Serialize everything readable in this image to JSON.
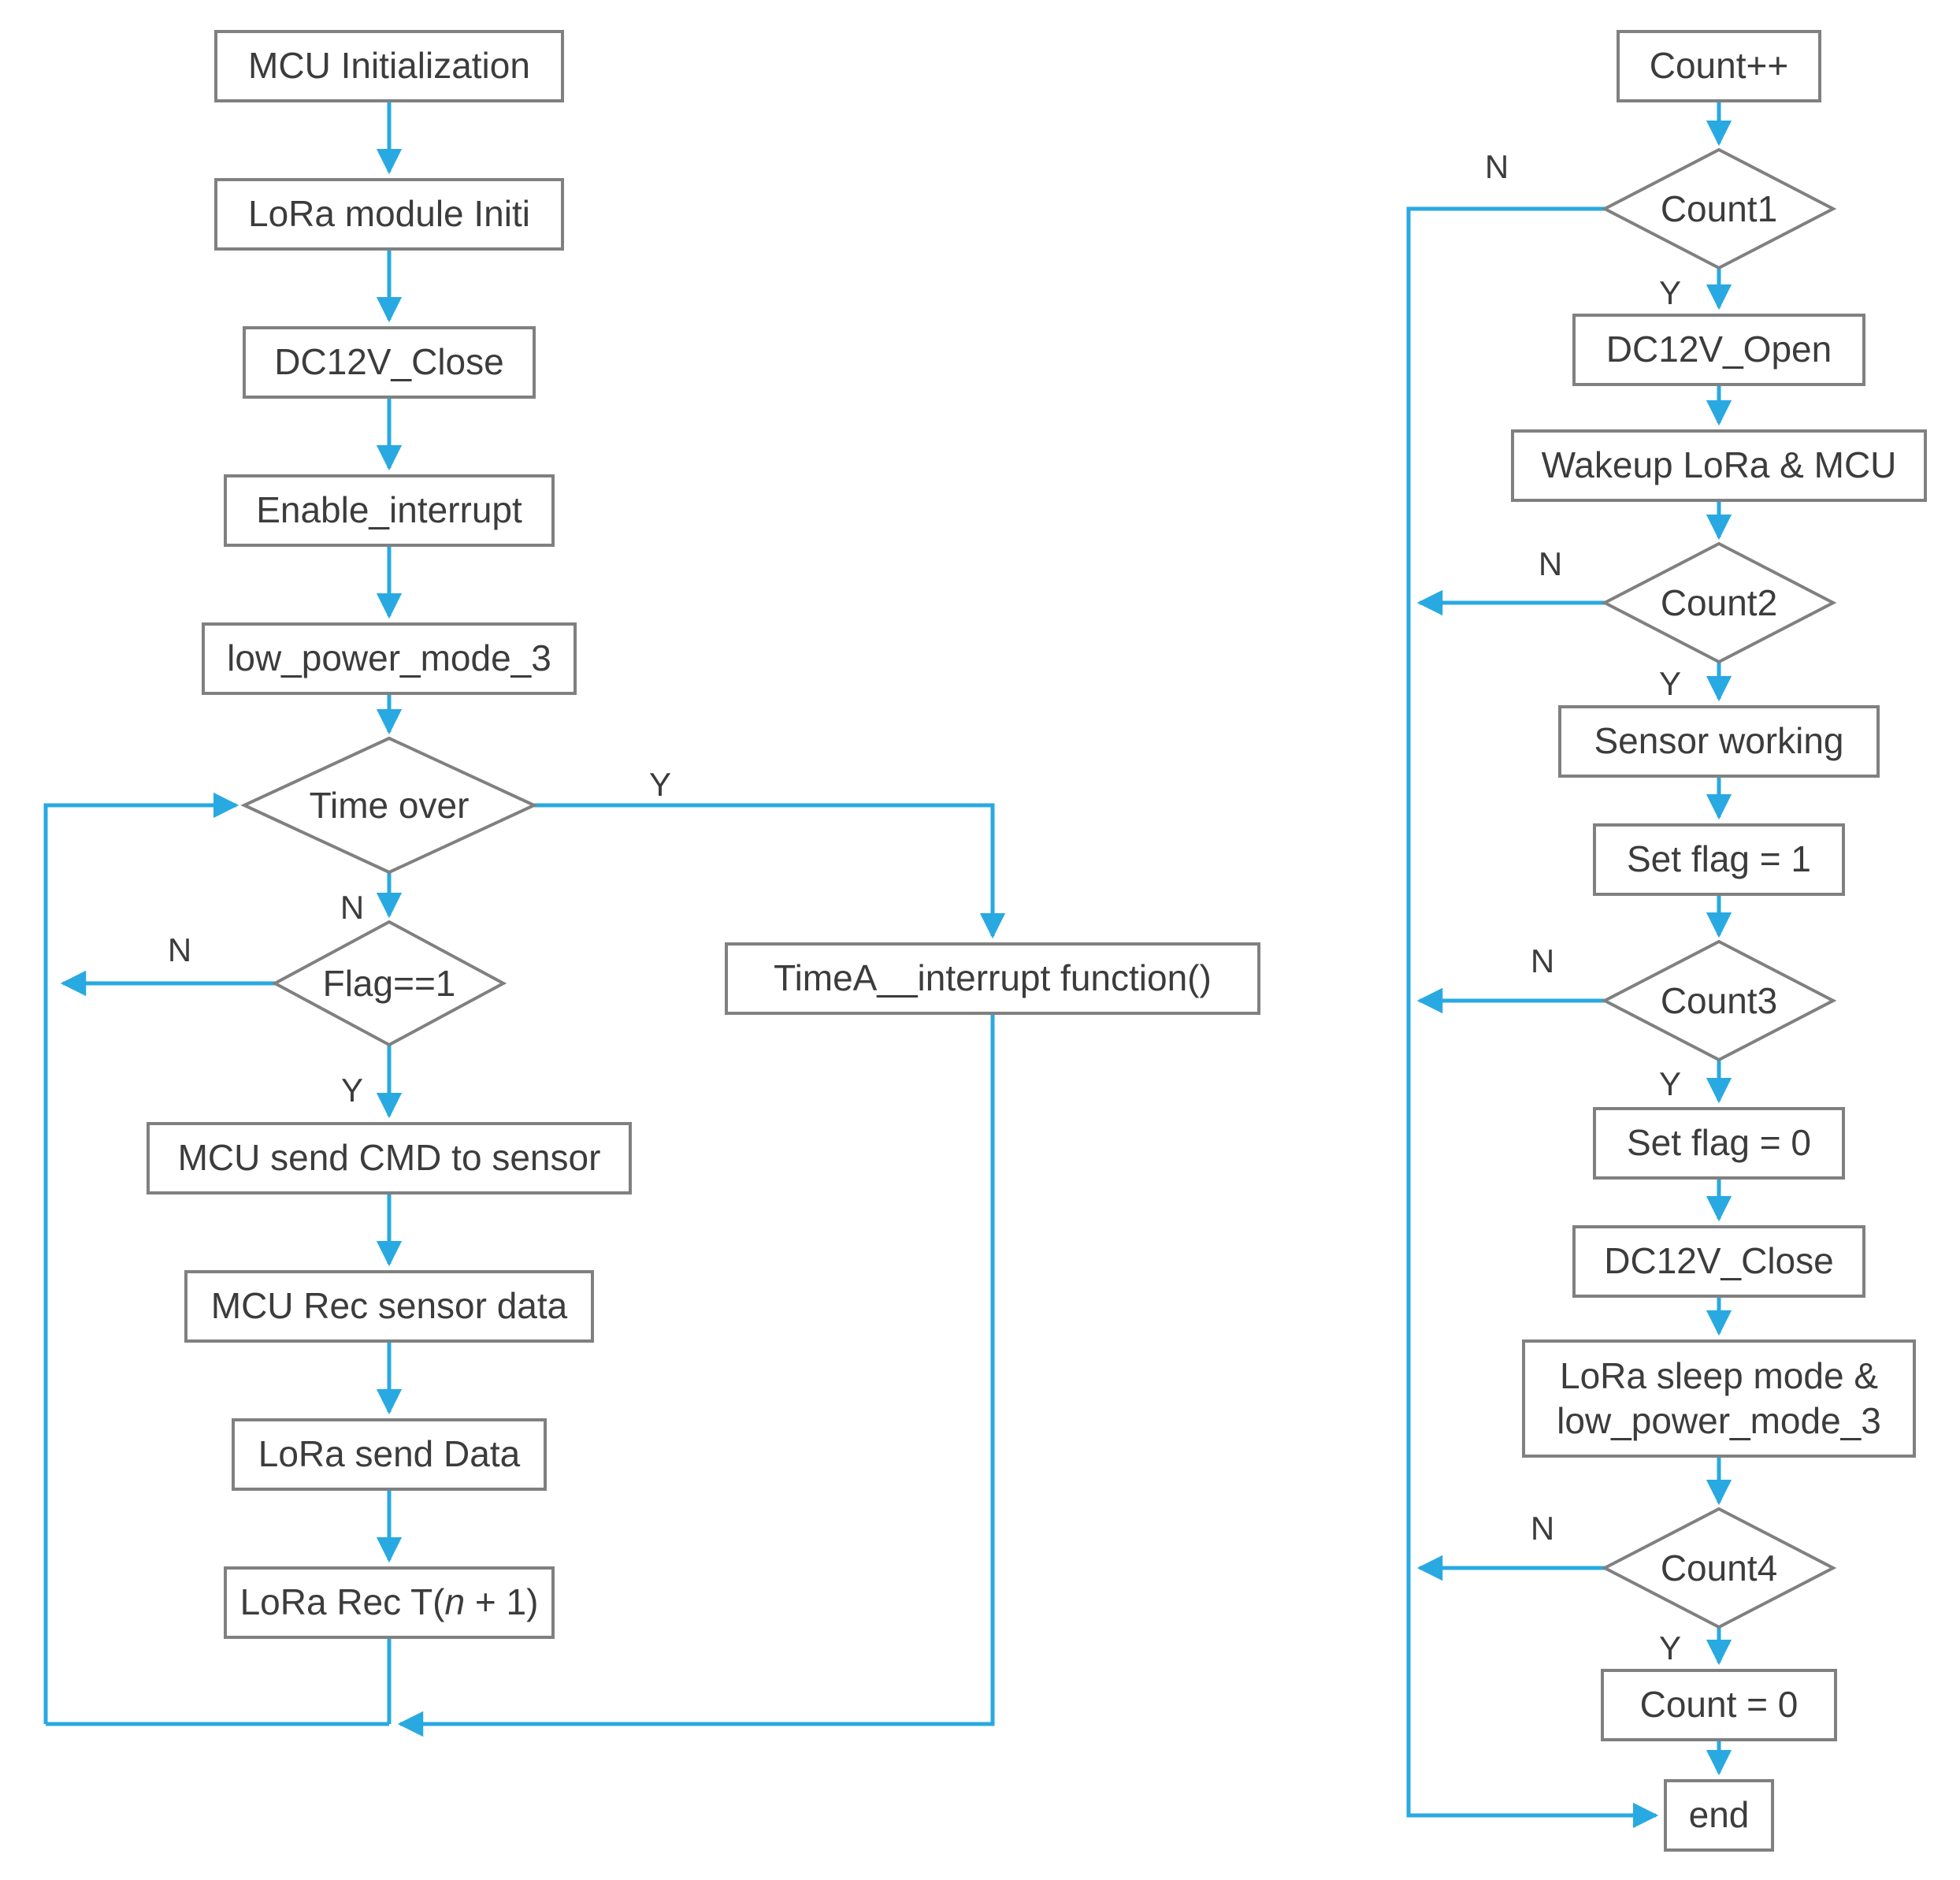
{
  "colors": {
    "arrow": "#29A9E1",
    "node_border": "#808080",
    "node_fill": "#FFFFFF",
    "text": "#3C3C3C"
  },
  "labels": {
    "yes": "Y",
    "no": "N"
  },
  "left_flow": {
    "nodes": [
      {
        "type": "process",
        "label": "MCU Initialization"
      },
      {
        "type": "process",
        "label": "LoRa module Initi"
      },
      {
        "type": "process",
        "label": "DC12V_Close"
      },
      {
        "type": "process",
        "label": "Enable_interrupt"
      },
      {
        "type": "process",
        "label": "low_power_mode_3"
      },
      {
        "type": "decision",
        "label": "Time over"
      },
      {
        "type": "decision",
        "label": "Flag==1"
      },
      {
        "type": "process",
        "label": "MCU send CMD to sensor"
      },
      {
        "type": "process",
        "label": "MCU Rec sensor data"
      },
      {
        "type": "process",
        "label": "LoRa send Data"
      },
      {
        "type": "process",
        "label_prefix": "LoRa Rec T(",
        "label_italic": "n",
        "label_suffix": " + 1)"
      },
      {
        "type": "process",
        "label": "TimeA__interrupt function()"
      }
    ]
  },
  "right_flow": {
    "nodes": [
      {
        "type": "process",
        "label": "Count++"
      },
      {
        "type": "decision",
        "label": "Count1"
      },
      {
        "type": "process",
        "label": "DC12V_Open"
      },
      {
        "type": "process",
        "label": "Wakeup LoRa & MCU"
      },
      {
        "type": "decision",
        "label": "Count2"
      },
      {
        "type": "process",
        "label": "Sensor working"
      },
      {
        "type": "process",
        "label": "Set flag = 1"
      },
      {
        "type": "decision",
        "label": "Count3"
      },
      {
        "type": "process",
        "label": "Set flag = 0"
      },
      {
        "type": "process",
        "label": "DC12V_Close"
      },
      {
        "type": "process",
        "label_line1": "LoRa sleep mode &",
        "label_line2": "low_power_mode_3"
      },
      {
        "type": "decision",
        "label": "Count4"
      },
      {
        "type": "process",
        "label": "Count = 0"
      },
      {
        "type": "process",
        "label": "end"
      }
    ]
  },
  "edges": [
    {
      "from": "MCU Initialization",
      "to": "LoRa module Initi"
    },
    {
      "from": "LoRa module Initi",
      "to": "DC12V_Close"
    },
    {
      "from": "DC12V_Close",
      "to": "Enable_interrupt"
    },
    {
      "from": "Enable_interrupt",
      "to": "low_power_mode_3"
    },
    {
      "from": "low_power_mode_3",
      "to": "Time over"
    },
    {
      "from": "Time over",
      "to": "Flag==1",
      "label": "N"
    },
    {
      "from": "Time over",
      "to": "TimeA__interrupt function()",
      "label": "Y"
    },
    {
      "from": "Flag==1",
      "to": "Time over",
      "label": "N"
    },
    {
      "from": "Flag==1",
      "to": "MCU send CMD to sensor",
      "label": "Y"
    },
    {
      "from": "MCU send CMD to sensor",
      "to": "MCU Rec sensor data"
    },
    {
      "from": "MCU Rec sensor data",
      "to": "LoRa send Data"
    },
    {
      "from": "LoRa send Data",
      "to": "LoRa Rec T(n + 1)"
    },
    {
      "from": "LoRa Rec T(n + 1)",
      "to": "Time over"
    },
    {
      "from": "TimeA__interrupt function()",
      "to": "Time over"
    },
    {
      "from": "Count++",
      "to": "Count1"
    },
    {
      "from": "Count1",
      "to": "end",
      "label": "N"
    },
    {
      "from": "Count1",
      "to": "DC12V_Open",
      "label": "Y"
    },
    {
      "from": "DC12V_Open",
      "to": "Wakeup LoRa & MCU"
    },
    {
      "from": "Wakeup LoRa & MCU",
      "to": "Count2"
    },
    {
      "from": "Count2",
      "to": "end",
      "label": "N"
    },
    {
      "from": "Count2",
      "to": "Sensor working",
      "label": "Y"
    },
    {
      "from": "Sensor working",
      "to": "Set flag = 1"
    },
    {
      "from": "Set flag = 1",
      "to": "Count3"
    },
    {
      "from": "Count3",
      "to": "end",
      "label": "N"
    },
    {
      "from": "Count3",
      "to": "Set flag = 0",
      "label": "Y"
    },
    {
      "from": "Set flag = 0",
      "to": "DC12V_Close"
    },
    {
      "from": "DC12V_Close",
      "to": "LoRa sleep mode & low_power_mode_3"
    },
    {
      "from": "LoRa sleep mode & low_power_mode_3",
      "to": "Count4"
    },
    {
      "from": "Count4",
      "to": "end",
      "label": "N"
    },
    {
      "from": "Count4",
      "to": "Count = 0",
      "label": "Y"
    },
    {
      "from": "Count = 0",
      "to": "end"
    }
  ]
}
